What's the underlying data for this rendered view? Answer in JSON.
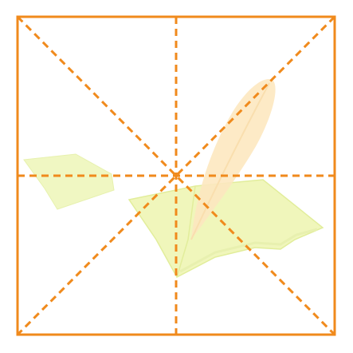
{
  "grid": {
    "type": "rice-character-practice-grid",
    "stroke_color": "#F08A1C",
    "dash_pattern": "dashed",
    "guides": [
      "vertical-center",
      "horizontal-center",
      "diagonal-tl-br",
      "diagonal-tr-bl"
    ]
  },
  "watermark": {
    "subject": "open-book-with-quill",
    "colors": {
      "book_fill": "#EEF5B0",
      "book_edge": "#DDEB8A",
      "quill": "#FCE3B5",
      "paper_fill": "#EEF6B8"
    }
  }
}
